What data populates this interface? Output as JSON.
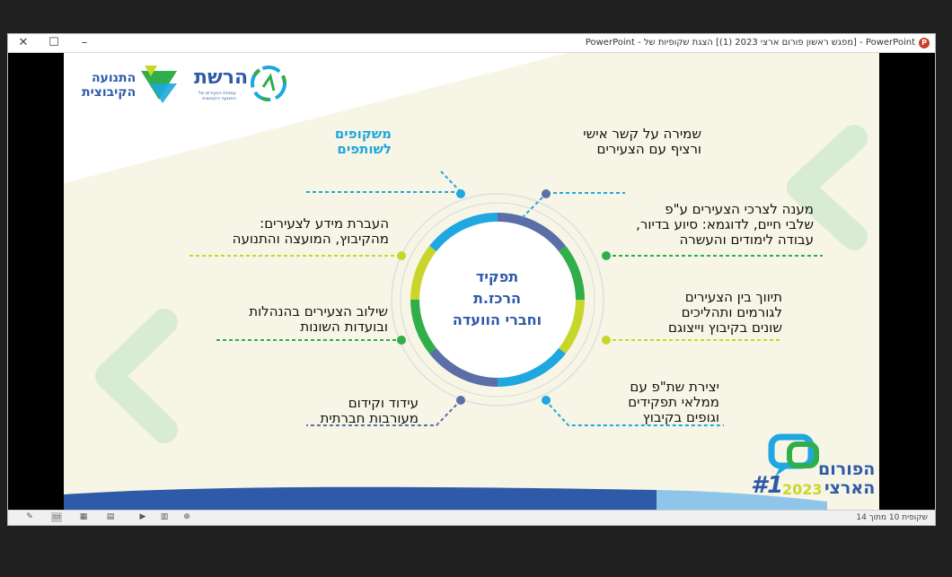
{
  "window": {
    "title": "PowerPoint - [מפגש ראשון פורום ארצי 2023 (1)] הצגת שקופיות של - PowerPoint",
    "app_icon": "P",
    "controls": {
      "close": "✕",
      "maximize": "☐",
      "minimize": "–"
    }
  },
  "slide": {
    "center": "תפקיד\nהרכז.ת\nוחברי הוועדה",
    "highlight": "משקופים\nלשותפים",
    "items_right": [
      "שמירה על קשר אישי\nורציף עם הצעירים",
      "מענה לצרכי הצעירים ע\"פ\nשלבי חיים, לדוגמא: סיוע בדיור,\nעבודה לימודים והעשרה",
      "תיווך בין הצעירים\nלגורמים ותהליכים\nשונים בקיבוץ וייצוגם",
      "יצירת שת\"פ עם\nממלאי תפקידים\nוגופים בקיבוץ"
    ],
    "items_left": [
      "העברת מידע לצעירים:\nמהקיבוץ, המועצה והתנועה",
      "שילוב הצעירים בהנהלות\nובועדות השונות",
      "עידוד וקידום\nמעורבות חברתית"
    ],
    "logos": {
      "kibbutz_movement": "התנועה\nהקיבוצית",
      "reshet": "הרשת",
      "reshet_sub": "עמותת הצעירים של\nהתנועה הקיבוצית",
      "forum": "הפורום\nהארצי",
      "forum_number": "#1",
      "forum_year": "2023"
    },
    "colors": {
      "blue": "#1ea7e0",
      "navy": "#2e5aa8",
      "green": "#2fae4a",
      "lime": "#c8d62c",
      "slate": "#5b6ea8"
    }
  },
  "statusbar": {
    "slide_info": "שקופית 10 מתוך 14"
  }
}
